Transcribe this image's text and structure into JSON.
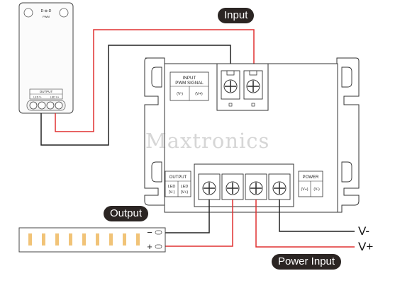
{
  "labels": {
    "input_tag": "Input",
    "output_tag": "Output",
    "power_input_tag": "Power Input",
    "watermark": "Maxtronics"
  },
  "controller": {
    "input_block": {
      "title_line1": "INPUT",
      "title_line2": "PWM SIGNAL",
      "neg": "(V-)",
      "pos": "(V+)"
    },
    "output_block": {
      "title": "OUTPUT",
      "led_neg_line1": "LED",
      "led_neg_line2": "(V-)",
      "led_pos_line1": "LED",
      "led_pos_line2": "(V+)"
    },
    "power_block": {
      "title": "POWER",
      "pos": "(V+)",
      "neg": "(V-)"
    }
  },
  "remote": {
    "top_text": "D-⊕-D",
    "model_text": "PWM",
    "output_title": "OUTPUT",
    "led_neg": "LED V-",
    "led_pos": "LED V+"
  },
  "strip": {
    "minus": "−",
    "plus": "+"
  },
  "power_terminals": {
    "neg": "V-",
    "pos": "V+"
  },
  "colors": {
    "wire_red": "#e03030",
    "wire_black": "#222222",
    "tag_bg": "#2b2523",
    "led": "#f1c377"
  }
}
